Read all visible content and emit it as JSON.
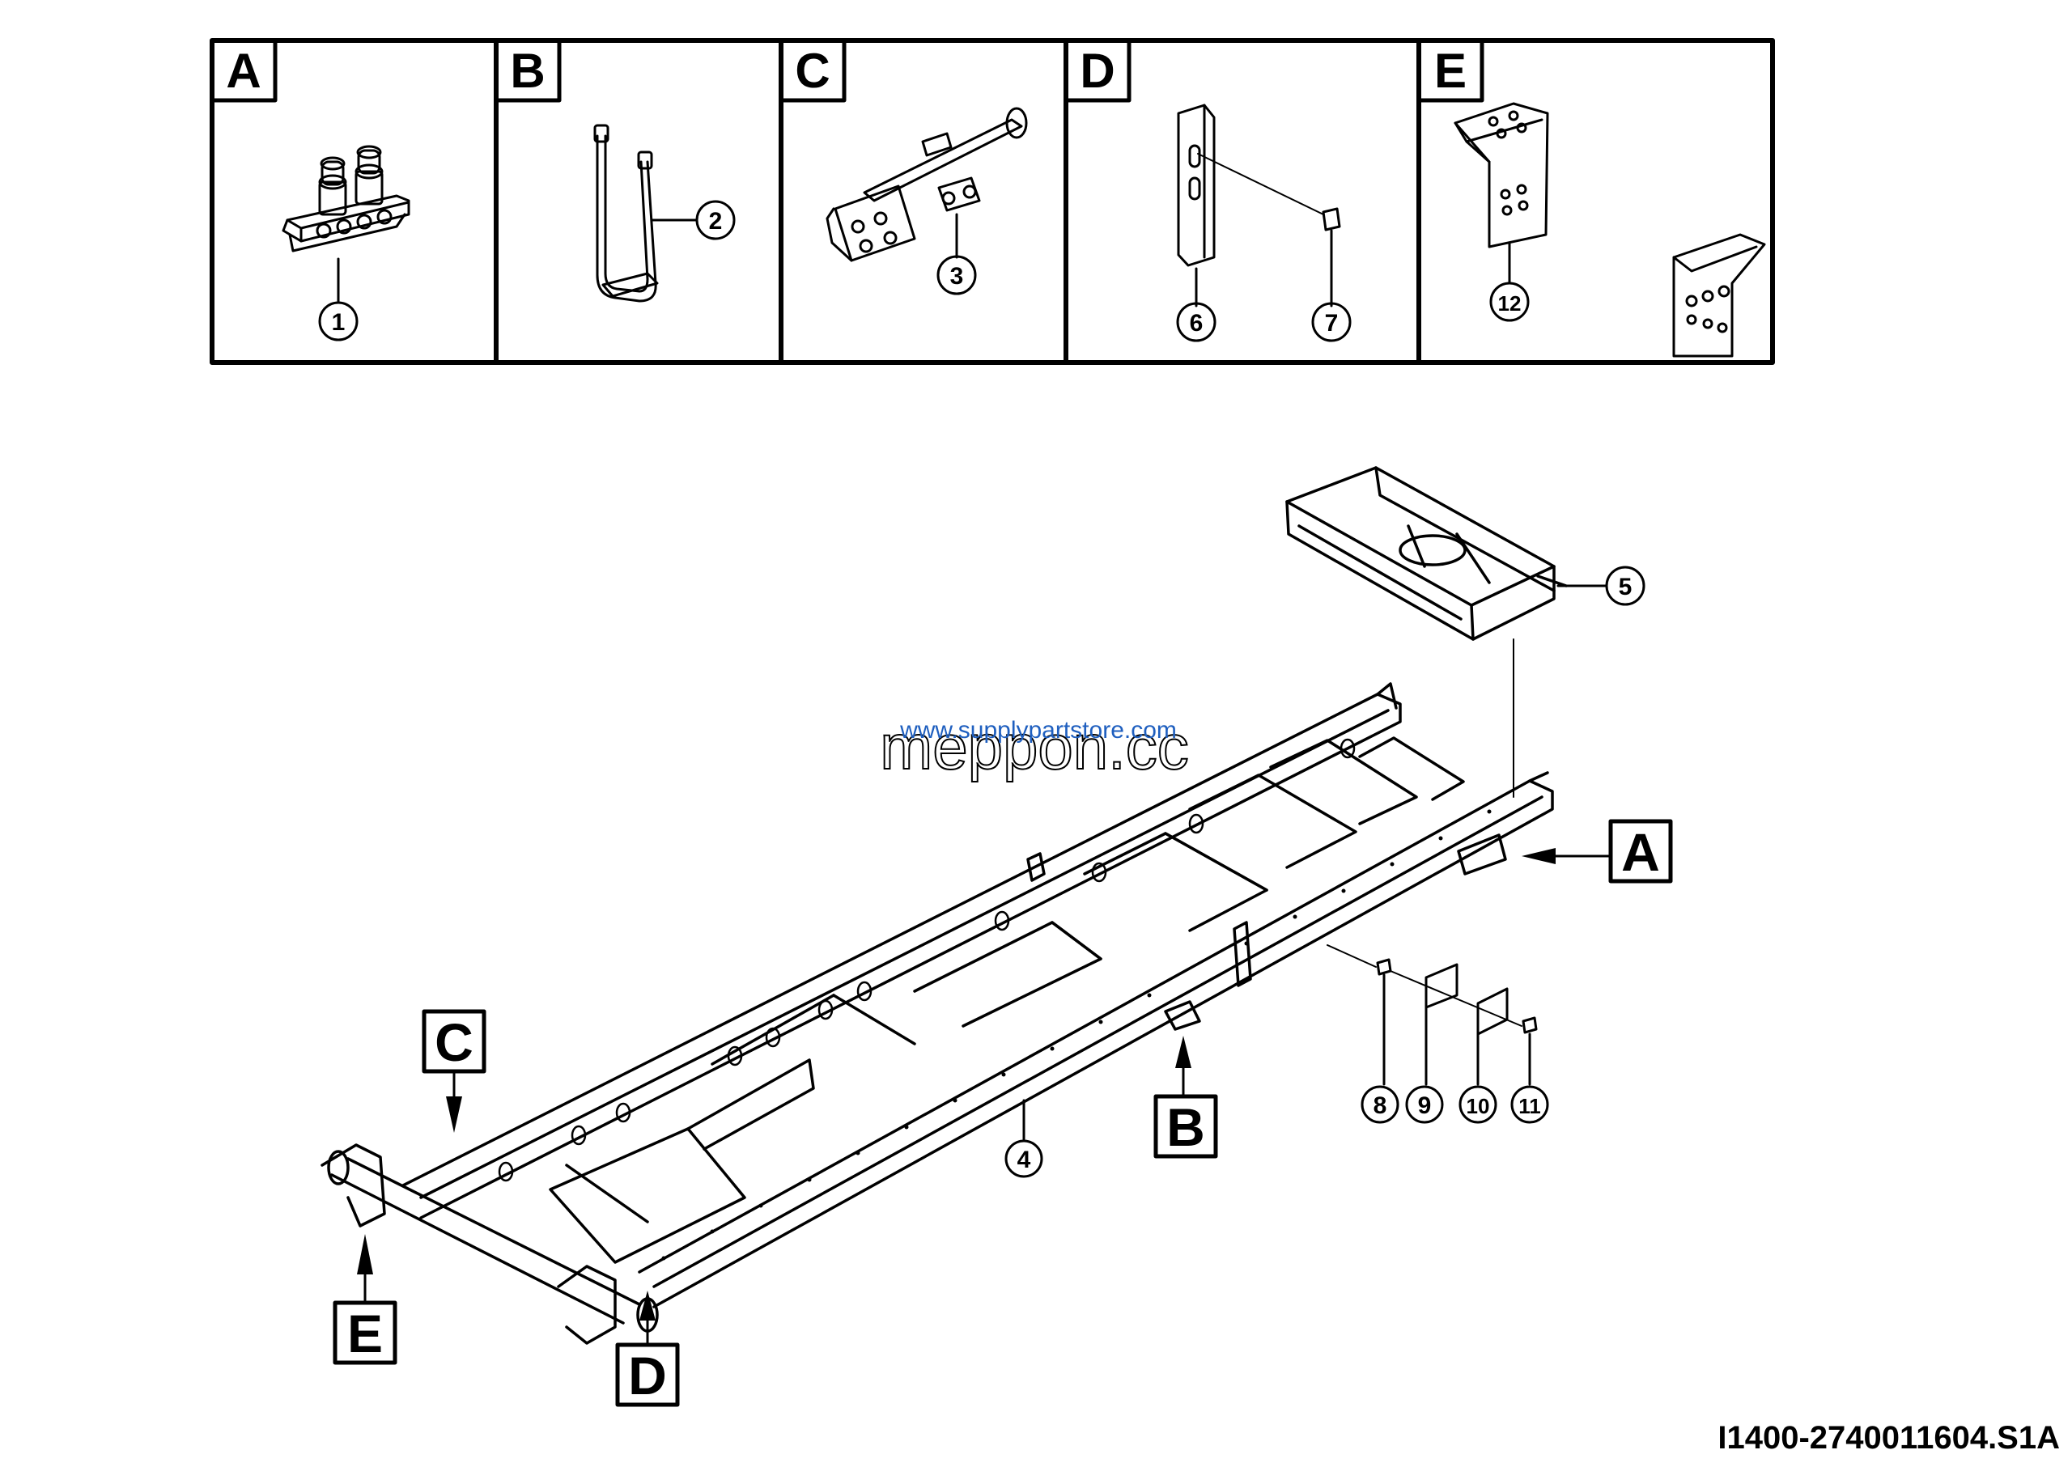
{
  "panels": [
    {
      "letter": "A",
      "callouts": [
        "1"
      ]
    },
    {
      "letter": "B",
      "callouts": [
        "2"
      ]
    },
    {
      "letter": "C",
      "callouts": [
        "3"
      ]
    },
    {
      "letter": "D",
      "callouts": [
        "6",
        "7"
      ]
    },
    {
      "letter": "E",
      "callouts": [
        "12"
      ]
    }
  ],
  "main_callouts": [
    "4",
    "5",
    "8",
    "9",
    "10",
    "11"
  ],
  "view_labels": [
    "A",
    "B",
    "C",
    "D",
    "E"
  ],
  "watermarks": {
    "primary": "meppon.cc",
    "secondary": "www.supplypartstore.com"
  },
  "drawing_id": "I1400-2740011604.S1A",
  "colors": {
    "ink": "#000000",
    "watermark_blue": "#1f5fbf",
    "background": "#ffffff"
  }
}
